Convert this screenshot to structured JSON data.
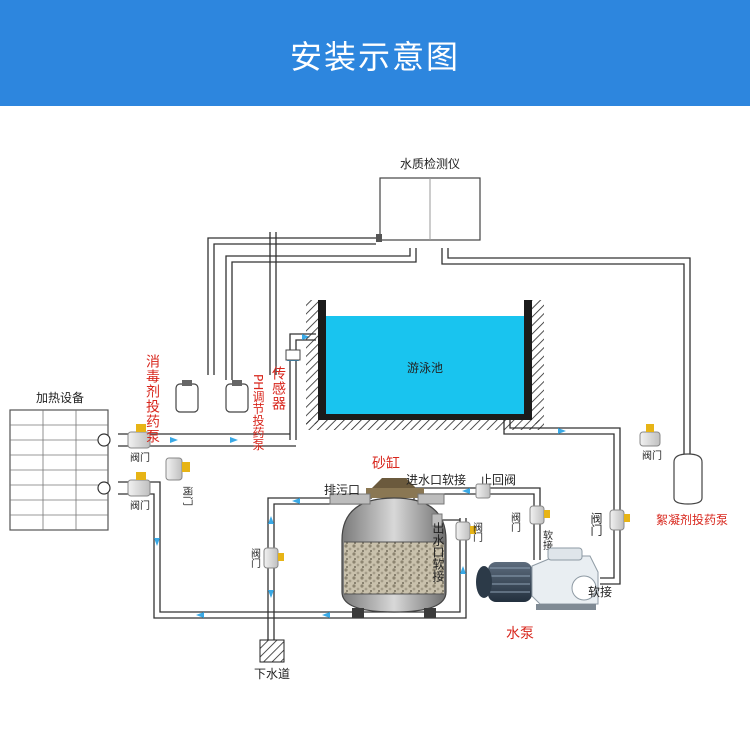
{
  "header": {
    "title": "安装示意图"
  },
  "labels": {
    "water_quality_meter": "水质检测仪",
    "pool": "游泳池",
    "heater": "加热设备",
    "disinfectant_pump": "消毒剂投药泵",
    "ph_pump": "PH调节投药泵",
    "sensor": "传感器",
    "sand_tank": "砂缸",
    "drain_outlet": "排污口",
    "inlet_hose": "进水口软接",
    "check_valve": "止回阀",
    "outlet_hose": "出水口软接",
    "water_pump": "水泵",
    "flocculant_pump": "絮凝剂投药泵",
    "sewer": "下水道",
    "valve": "阀门",
    "hose": "软接"
  },
  "colors": {
    "banner": "#2d86de",
    "pool_water": "#19c4ef",
    "arrow": "#39a9e6",
    "red_text": "#d8261c"
  }
}
